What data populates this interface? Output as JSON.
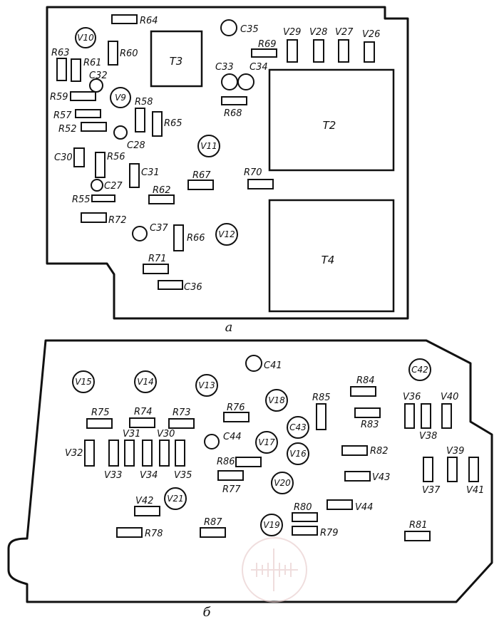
{
  "figure": {
    "caption_top": "a",
    "caption_bottom": "б"
  },
  "board_a": {
    "transformers": [
      "T3",
      "T2",
      "T4"
    ],
    "semiconductors": [
      "V10",
      "V9",
      "V11",
      "V12",
      "V29",
      "V28",
      "V27",
      "V26"
    ],
    "capacitors": [
      "C35",
      "C32",
      "C33",
      "C34",
      "C28",
      "C30",
      "C31",
      "C27",
      "C37",
      "C36"
    ],
    "resistors": [
      "R64",
      "R63",
      "R61",
      "R60",
      "R69",
      "R59",
      "R58",
      "R68",
      "R57",
      "R52",
      "R65",
      "R56",
      "R67",
      "R70",
      "R55",
      "R62",
      "R72",
      "R66",
      "R71"
    ]
  },
  "board_b": {
    "semiconductors": [
      "V15",
      "V14",
      "V13",
      "V18",
      "V17",
      "V16",
      "V20",
      "V21",
      "V19",
      "V32",
      "V31",
      "V30",
      "V33",
      "V34",
      "V35",
      "V42",
      "V36",
      "V40",
      "V38",
      "V37",
      "V39",
      "V41",
      "V43",
      "V44"
    ],
    "capacitors": [
      "C41",
      "C42",
      "C43",
      "C44"
    ],
    "resistors": [
      "R75",
      "R74",
      "R73",
      "R76",
      "R85",
      "R84",
      "R83",
      "R82",
      "R86",
      "R77",
      "R80",
      "R79",
      "R78",
      "R87",
      "R81"
    ]
  }
}
